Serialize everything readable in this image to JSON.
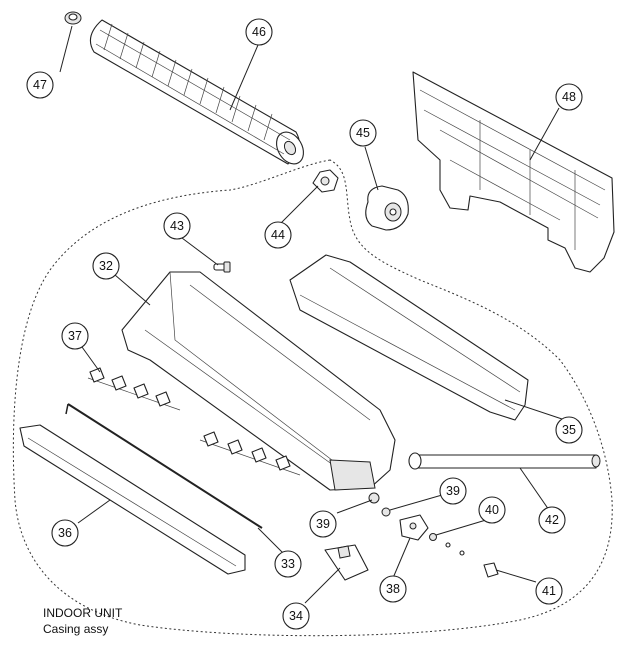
{
  "caption": {
    "unit": "INDOOR UNIT",
    "assembly": "Casing assy"
  },
  "callouts": [
    {
      "id": "c47",
      "label": "47"
    },
    {
      "id": "c46",
      "label": "46"
    },
    {
      "id": "c48",
      "label": "48"
    },
    {
      "id": "c45",
      "label": "45"
    },
    {
      "id": "c44",
      "label": "44"
    },
    {
      "id": "c43",
      "label": "43"
    },
    {
      "id": "c32",
      "label": "32"
    },
    {
      "id": "c37",
      "label": "37"
    },
    {
      "id": "c35",
      "label": "35"
    },
    {
      "id": "c39a",
      "label": "39"
    },
    {
      "id": "c39b",
      "label": "39"
    },
    {
      "id": "c40",
      "label": "40"
    },
    {
      "id": "c42",
      "label": "42"
    },
    {
      "id": "c36",
      "label": "36"
    },
    {
      "id": "c33",
      "label": "33"
    },
    {
      "id": "c38",
      "label": "38"
    },
    {
      "id": "c41",
      "label": "41"
    },
    {
      "id": "c34",
      "label": "34"
    }
  ]
}
